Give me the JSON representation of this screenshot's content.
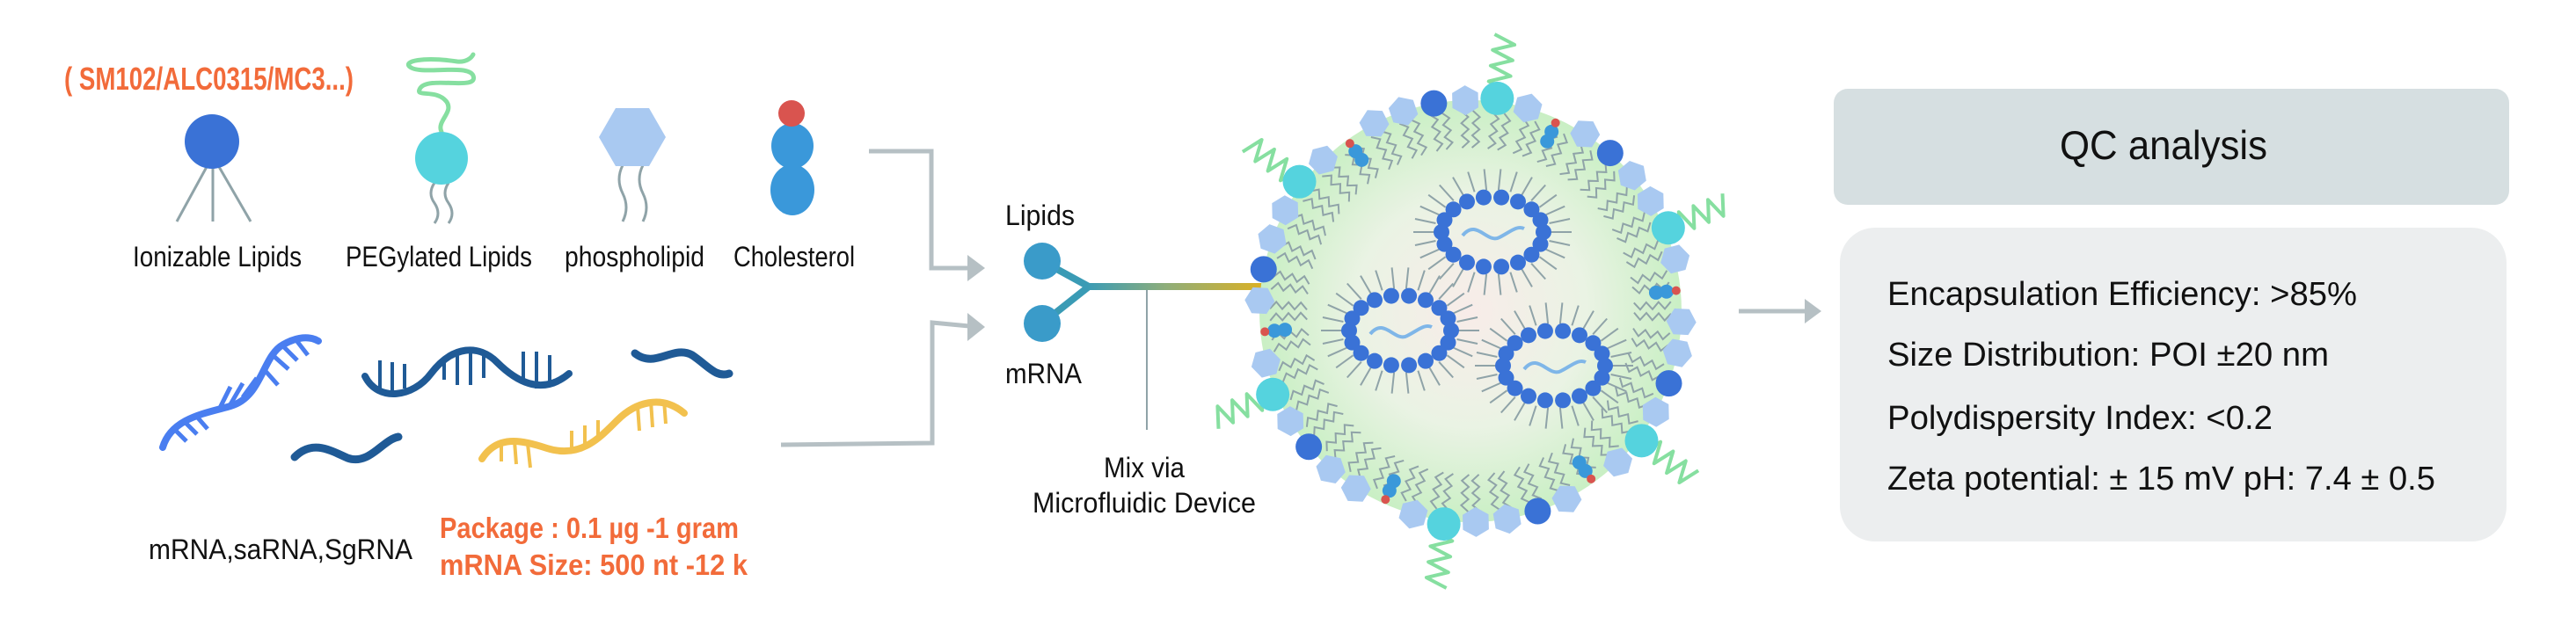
{
  "lipids": {
    "note": "( SM102/ALC0315/MC3...)",
    "items": [
      {
        "label": "Ionizable Lipids"
      },
      {
        "label": "PEGylated Lipids"
      },
      {
        "label": "phospholipid"
      },
      {
        "label": "Cholesterol"
      }
    ]
  },
  "rna": {
    "types": "mRNA,saRNA,SgRNA",
    "package": "Package :  0.1 µg -1 gram",
    "size": "mRNA Size:   500 nt -12 k"
  },
  "mixer": {
    "lipids_label": "Lipids",
    "mrna_label": "mRNA",
    "mix_line1": "Mix via",
    "mix_line2": "Microfluidic Device"
  },
  "qc": {
    "title": "QC analysis",
    "items": [
      "Encapsulation Efficiency: >85%",
      "Size Distribution: POI ±20 nm",
      "Polydispersity Index: <0.2",
      "Zeta potential: ± 15 mV pH: 7.4 ± 0.5"
    ]
  },
  "colors": {
    "accent_orange": "#f26b3a",
    "ionizable": "#3a72d6",
    "peg_head": "#55d3de",
    "peg_chain": "#86dfa0",
    "phospholipid": "#a9c9f1",
    "cholesterol_body": "#3a98da",
    "cholesterol_head": "#d9544f",
    "connector": "#b6c0c4",
    "qc_title_bg": "#d6dfe1",
    "qc_box_bg": "#eceeef"
  }
}
